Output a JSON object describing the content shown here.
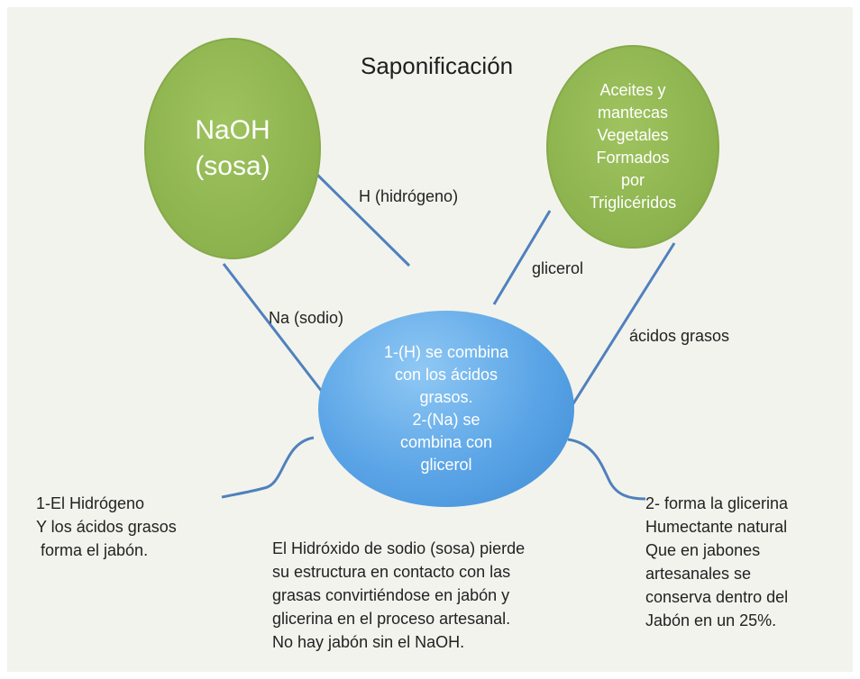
{
  "title": "Saponificación",
  "nodes": {
    "naoh": [
      "NaOH",
      "(sosa)"
    ],
    "aceites": [
      "Aceites y",
      "mantecas",
      "Vegetales",
      "Formados",
      "por",
      "Triglicéridos"
    ],
    "centro": [
      "1-(H) se combina",
      "con los ácidos",
      "grasos.",
      "2-(Na) se",
      "combina con",
      "glicerol"
    ]
  },
  "edge_labels": {
    "hidrogeno": "H (hidrógeno)",
    "glicerol": "glicerol",
    "sodio": "Na (sodio)",
    "acidos": "ácidos grasos"
  },
  "notes": {
    "left": [
      "1-El Hidrógeno",
      "Y los ácidos grasos",
      " forma el jabón."
    ],
    "right": [
      "2- forma la glicerina",
      "Humectante natural",
      "Que en jabones",
      "artesanales se",
      "conserva dentro del",
      "Jabón en un 25%."
    ],
    "bottom": [
      "El Hidróxido de sodio (sosa) pierde",
      "su estructura en contacto con las",
      "grasas convirtiéndose en jabón y",
      "glicerina en el proceso artesanal.",
      "No hay jabón sin el NaOH."
    ]
  },
  "colors": {
    "green_node": "#8bb24d",
    "blue_node": "#5aa4e6",
    "connector": "#4f81bd",
    "background": "#f3f3ed"
  }
}
